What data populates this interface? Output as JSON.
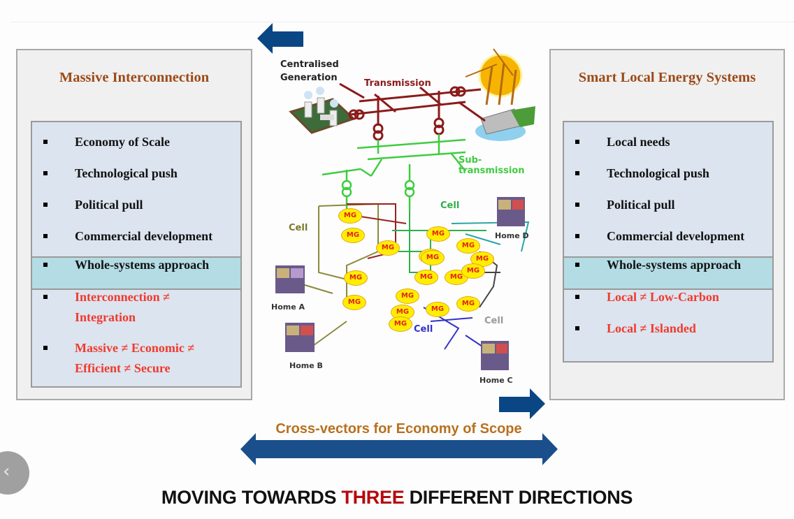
{
  "slide": {
    "left_panel": {
      "title": "Massive Interconnection",
      "items_top": [
        "Economy of Scale",
        "Technological push",
        "Political pull",
        "Commercial development"
      ],
      "item_highlight": "Whole-systems approach",
      "items_red": [
        {
          "line1": "Interconnection ≠",
          "line2": "Integration"
        },
        {
          "line1": "Massive ≠ Economic ≠",
          "line2": "Efficient ≠ Secure"
        }
      ]
    },
    "right_panel": {
      "title": "Smart Local Energy Systems",
      "items_top": [
        "Local needs",
        "Technological push",
        "Political pull",
        "Commercial development"
      ],
      "item_highlight": "Whole-systems approach",
      "items_red": [
        "Local ≠ Low-Carbon",
        "Local ≠ Islanded"
      ]
    },
    "diagram": {
      "labels": {
        "centralised_line1": "Centralised",
        "centralised_line2": "Generation",
        "transmission": "Transmission",
        "subtransmission_line1": "Sub-",
        "subtransmission_line2": "transmission",
        "cell_olive": "Cell",
        "cell_green": "Cell",
        "cell_blue": "Cell",
        "cell_grey": "Cell",
        "home_a": "Home A",
        "home_b": "Home B",
        "home_c": "Home C",
        "home_d": "Home D"
      },
      "microgrid_label": "MG",
      "colors": {
        "transmission": "#8b1a1a",
        "subtransmission": "#3fcc3f",
        "cell_olive": "#7a7a2a",
        "cell_green": "#2fae4a",
        "cell_blue": "#3232c8",
        "cell_teal": "#2aa6a6",
        "cell_grey": "#444444",
        "mg_fill": "#ffee00",
        "mg_text": "#e3211a"
      }
    },
    "arrows": {
      "left_direction": "left",
      "right_direction": "right",
      "color": "#0b4684"
    },
    "cross_vectors_label": "Cross-vectors for Economy of Scope",
    "bottom_title": {
      "part1": "MOVING TOWARDS ",
      "highlight": "THREE",
      "part2": " DIFFERENT DIRECTIONS"
    },
    "nav": {
      "prev_icon": "‹"
    }
  }
}
